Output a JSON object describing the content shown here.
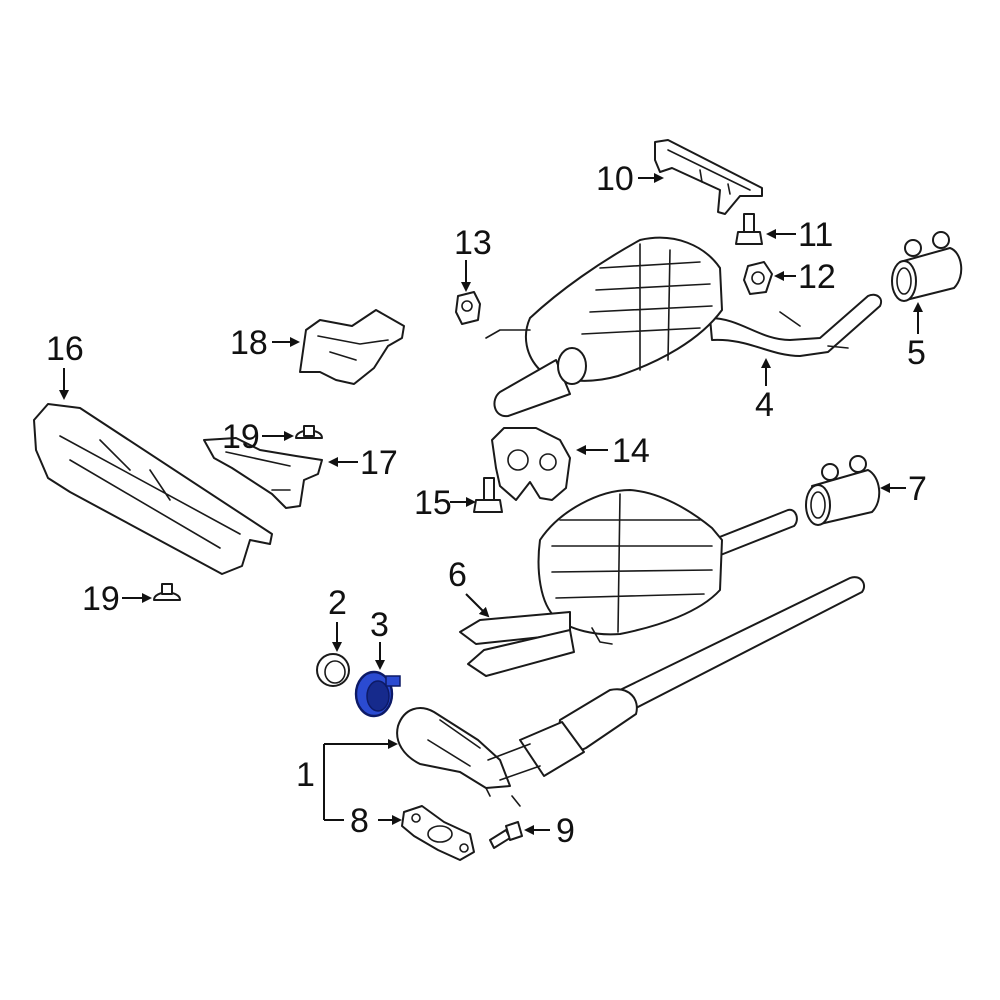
{
  "callouts": [
    {
      "id": "1",
      "label": "1"
    },
    {
      "id": "2",
      "label": "2"
    },
    {
      "id": "3",
      "label": "3"
    },
    {
      "id": "4",
      "label": "4"
    },
    {
      "id": "5",
      "label": "5"
    },
    {
      "id": "6",
      "label": "6"
    },
    {
      "id": "7",
      "label": "7"
    },
    {
      "id": "8",
      "label": "8"
    },
    {
      "id": "9",
      "label": "9"
    },
    {
      "id": "10",
      "label": "10"
    },
    {
      "id": "11",
      "label": "11"
    },
    {
      "id": "12",
      "label": "12"
    },
    {
      "id": "13",
      "label": "13"
    },
    {
      "id": "14",
      "label": "14"
    },
    {
      "id": "15",
      "label": "15"
    },
    {
      "id": "16",
      "label": "16"
    },
    {
      "id": "17",
      "label": "17"
    },
    {
      "id": "18",
      "label": "18"
    },
    {
      "id": "19a",
      "label": "19"
    },
    {
      "id": "19b",
      "label": "19"
    }
  ],
  "colors": {
    "line": "#1a1a1a",
    "highlight_fill": "#2b4bd1",
    "highlight_stroke": "#0d1a66"
  },
  "highlighted_part": "3"
}
